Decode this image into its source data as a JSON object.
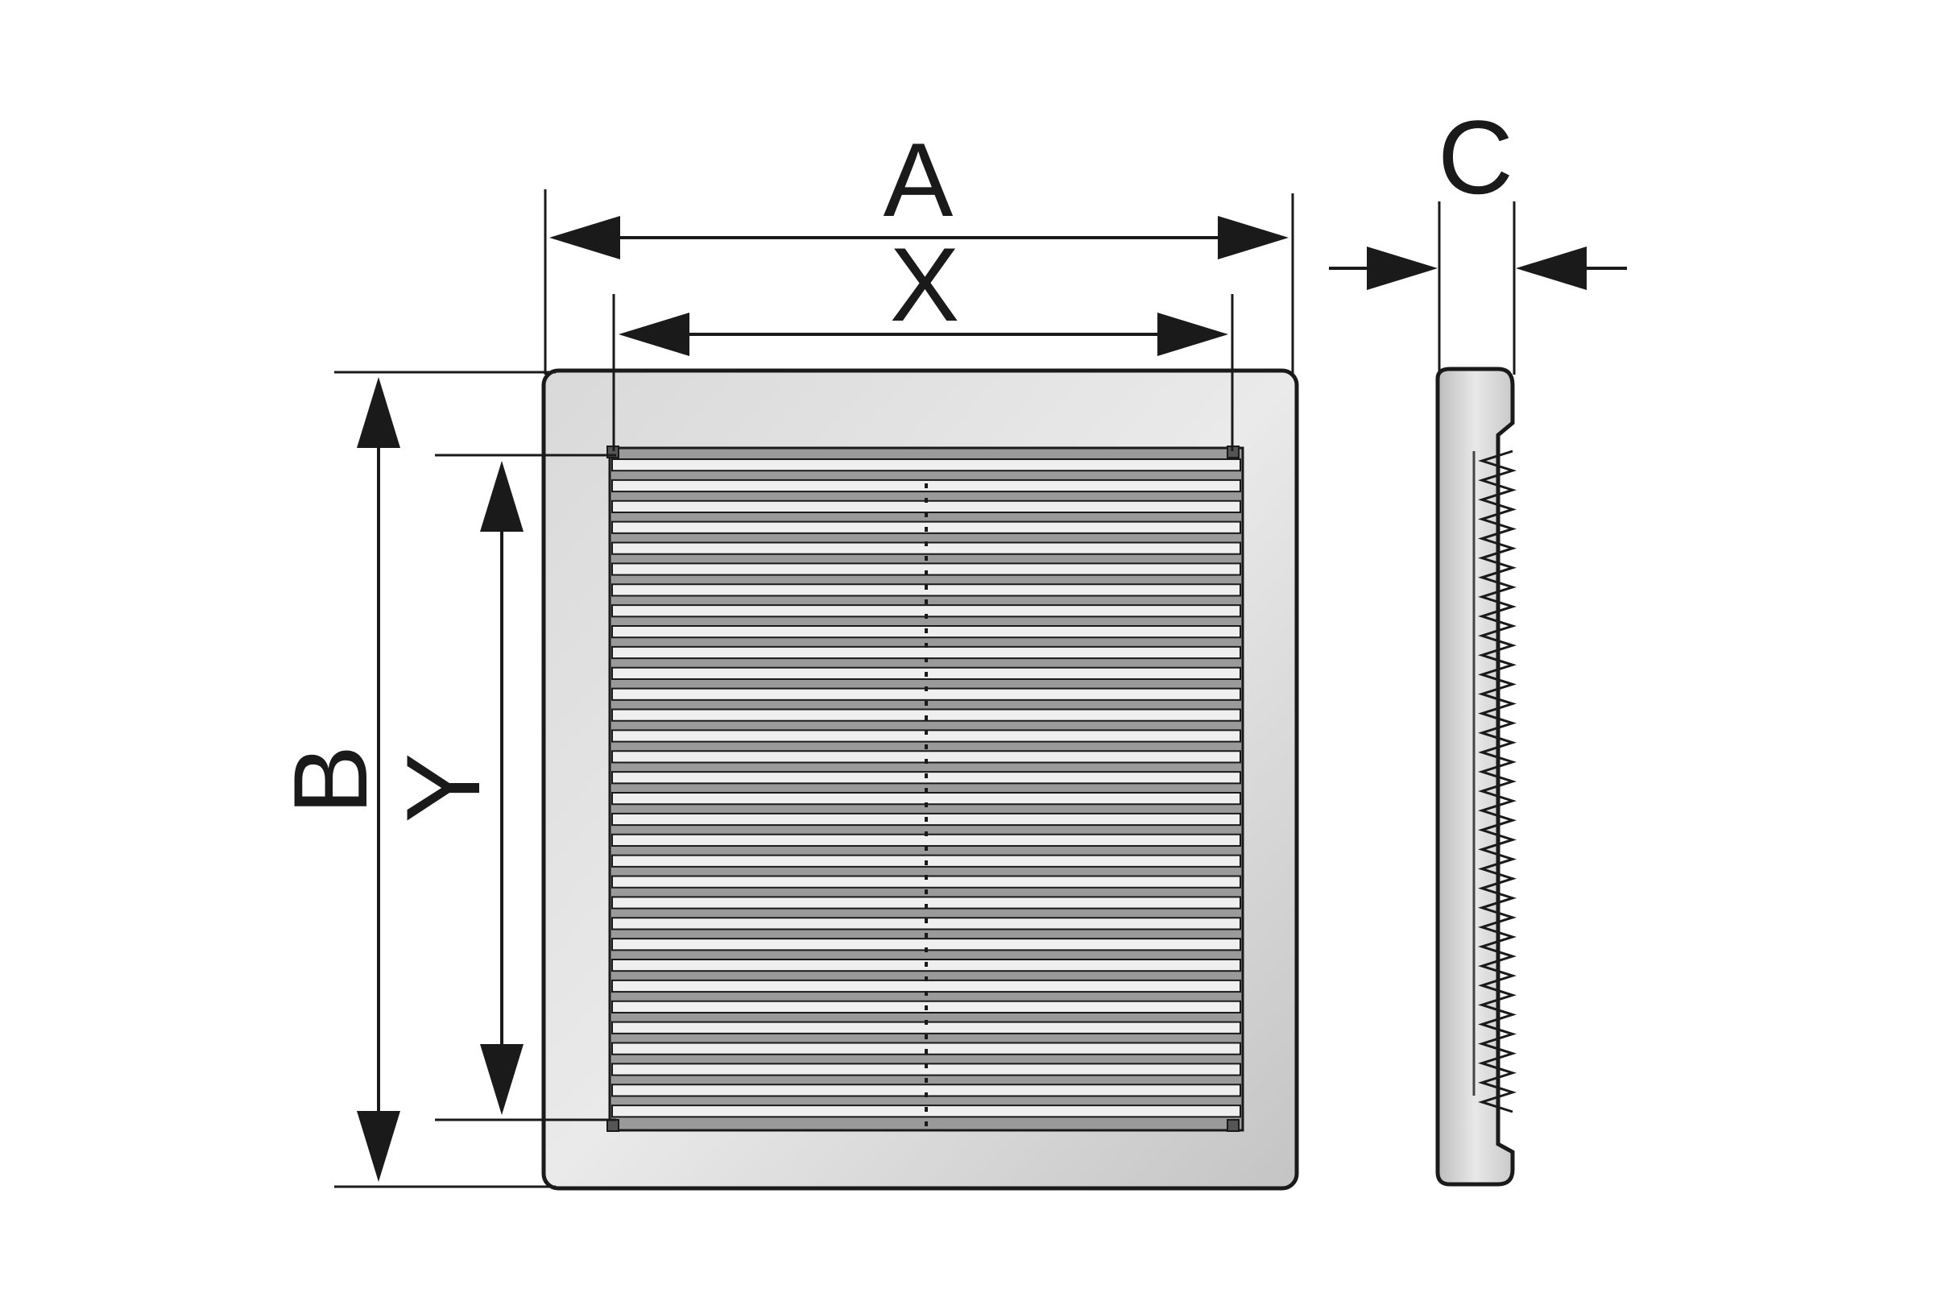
{
  "labels": {
    "A": "A",
    "X": "X",
    "B": "B",
    "Y": "Y",
    "C": "C"
  },
  "colors": {
    "line": "#1a1a1a",
    "frame_fill": "#cfcfcf",
    "frame_highlight": "#e6e6e6",
    "slat_light": "#efefef",
    "slat_dark": "#8a8a8a",
    "background": "#ffffff"
  },
  "grille": {
    "slat_count": 32
  },
  "side_profile": {
    "teeth_count": 34
  }
}
